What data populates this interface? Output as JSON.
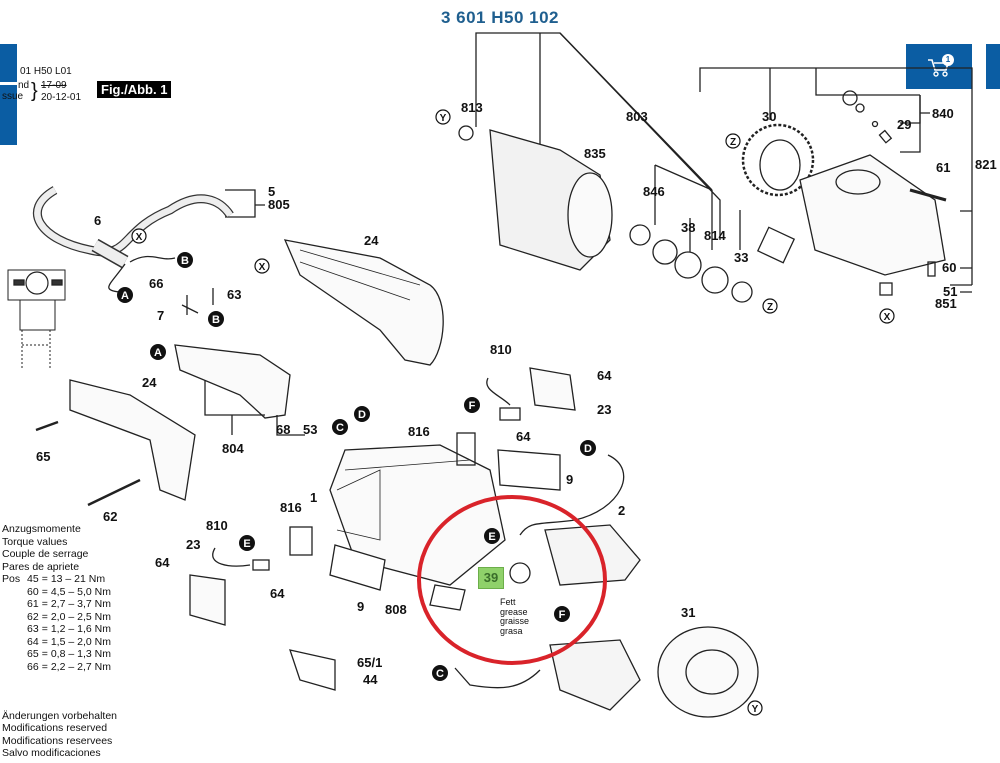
{
  "header": {
    "title": "3 601 H50 102",
    "doc_number": "01 H50 L01",
    "stand_label": "nd",
    "issue_label": "ssue",
    "stand_date_struck": "17-09",
    "issue_date": "20-12-01",
    "figure_label": "Fig./Abb. 1"
  },
  "cart": {
    "icon": "shopping-cart-icon",
    "count": "1"
  },
  "colors": {
    "brand_blue": "#0b5da3",
    "title_blue": "#1f5f8f",
    "highlight_circle": "#d9232a",
    "highlight_label": "#8fd16a"
  },
  "part_labels": {
    "p813": "813",
    "p803": "803",
    "p835": "835",
    "p846": "846",
    "p38": "38",
    "p814": "814",
    "p33": "33",
    "p30": "30",
    "p840": "840",
    "p29": "29",
    "p61": "61",
    "p821": "821",
    "p60": "60",
    "p51": "51",
    "p851": "851",
    "p5": "5",
    "p805": "805",
    "p6": "6",
    "p24a": "24",
    "p66": "66",
    "p63": "63",
    "p7": "7",
    "p24b": "24",
    "p65": "65",
    "p62": "62",
    "p804": "804",
    "p68": "68",
    "p53": "53",
    "p810a": "810",
    "p64a": "64",
    "p23a": "23",
    "p816a": "816",
    "p64b": "64",
    "p9a": "9",
    "p1": "1",
    "p816b": "816",
    "p810b": "810",
    "p23b": "23",
    "p64c": "64",
    "p64d": "64",
    "p9b": "9",
    "p808": "808",
    "p2": "2",
    "p31": "31",
    "p65_1": "65/1",
    "p44": "44"
  },
  "connectors": {
    "A": "A",
    "B": "B",
    "C": "C",
    "D": "D",
    "E": "E",
    "F": "F",
    "X": "X",
    "Y": "Y",
    "Z": "Z"
  },
  "highlight": {
    "part": "39",
    "note": [
      "Fett",
      "grease",
      "graisse",
      "grasa"
    ]
  },
  "torque": {
    "titles": [
      "Anzugsmomente",
      "Torque values",
      "Couple de serrage",
      "Pares de apriete"
    ],
    "pos_label": "Pos",
    "rows": [
      {
        "pos": "45",
        "eq": "=",
        "value": "13 – 21 Nm"
      },
      {
        "pos": "60",
        "eq": "=",
        "value": "4,5 – 5,0 Nm"
      },
      {
        "pos": "61",
        "eq": "=",
        "value": "2,7 – 3,7 Nm"
      },
      {
        "pos": "62",
        "eq": "=",
        "value": "2,0 – 2,5 Nm"
      },
      {
        "pos": "63",
        "eq": "=",
        "value": "1,2 – 1,6 Nm"
      },
      {
        "pos": "64",
        "eq": "=",
        "value": "1,5 – 2,0 Nm"
      },
      {
        "pos": "65",
        "eq": "=",
        "value": "0,8 – 1,3 Nm"
      },
      {
        "pos": "66",
        "eq": "=",
        "value": "2,2 – 2,7 Nm"
      }
    ]
  },
  "notes": [
    "Änderungen vorbehalten",
    "Modifications reserved",
    "Modifications reservees",
    "Salvo modificaciones"
  ]
}
